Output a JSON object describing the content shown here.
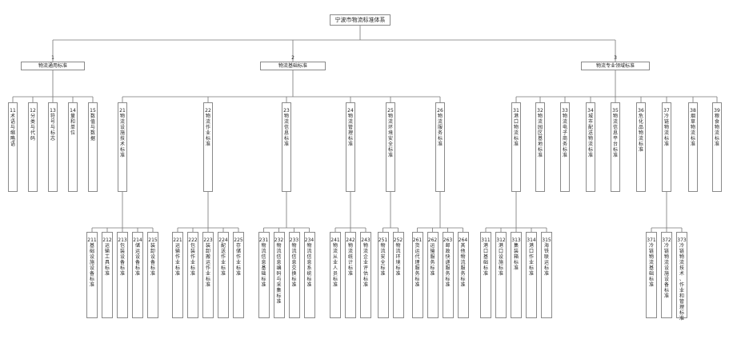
{
  "root": "宁波市物流标准体系",
  "groups": [
    {
      "number": "1",
      "label": "物流通用标准",
      "children": [
        {
          "text": "11术语与缩略语"
        },
        {
          "text": "12分类与代码"
        },
        {
          "text": "13符号与标志"
        },
        {
          "text": "14量和单位"
        },
        {
          "text": "15数值与数据"
        }
      ]
    },
    {
      "number": "2",
      "label": "物流基础标准",
      "children": [
        {
          "text": "21物流设施技术标准",
          "children": [
            "211基础设施设备标准",
            "212运输工具标准",
            "213包装设备标准",
            "214储运设备标准",
            "215装卸设备标准"
          ]
        },
        {
          "text": "22物流作业标准",
          "children": [
            "221运输作业标准",
            "222包装作业标准",
            "223装卸搬运作业标准",
            "224配送作业标准",
            "225存储作业标准"
          ]
        },
        {
          "text": "23物流信息标准",
          "children": [
            "231物流信息基础标准",
            "232物流信息编码与采集标准",
            "233物流信息交换标准",
            "234物流信息系统标准"
          ]
        },
        {
          "text": "24物流管理标准",
          "children": [
            "241物流从业人员标准",
            "242物流统计标准",
            "243物流企业评估标准"
          ]
        },
        {
          "text": "25物流环境安全标准",
          "children": [
            "251物流安全标准",
            "252物流环境标准"
          ]
        },
        {
          "text": "26物流服务标准",
          "children": [
            "261货运代理服务标准",
            "262运输服务标准",
            "263邮政快递服务标准",
            "264其他物流服务标准"
          ]
        }
      ]
    },
    {
      "number": "3",
      "label": "物流专业领域标准",
      "children": [
        {
          "text": "31港口物流标准",
          "children": [
            "311港口基础标准",
            "312港口设施标准",
            "313集装箱标准",
            "314港口作业标准",
            "315海铁联运标准"
          ]
        },
        {
          "text": "32物流园区基地标准"
        },
        {
          "text": "33物流电子商务标准"
        },
        {
          "text": "34城市配送物流标准"
        },
        {
          "text": "35物流信息平台标准"
        },
        {
          "text": "36危化品物流标准"
        },
        {
          "text": "37冷链物流标准",
          "children": [
            "371冷链物流基础标准",
            "372冷链物流设施设备标准",
            "373冷链物流技术、作业和管理标准"
          ]
        },
        {
          "text": "38烟草物流标准"
        },
        {
          "text": "39粮食物流标准"
        }
      ]
    }
  ]
}
